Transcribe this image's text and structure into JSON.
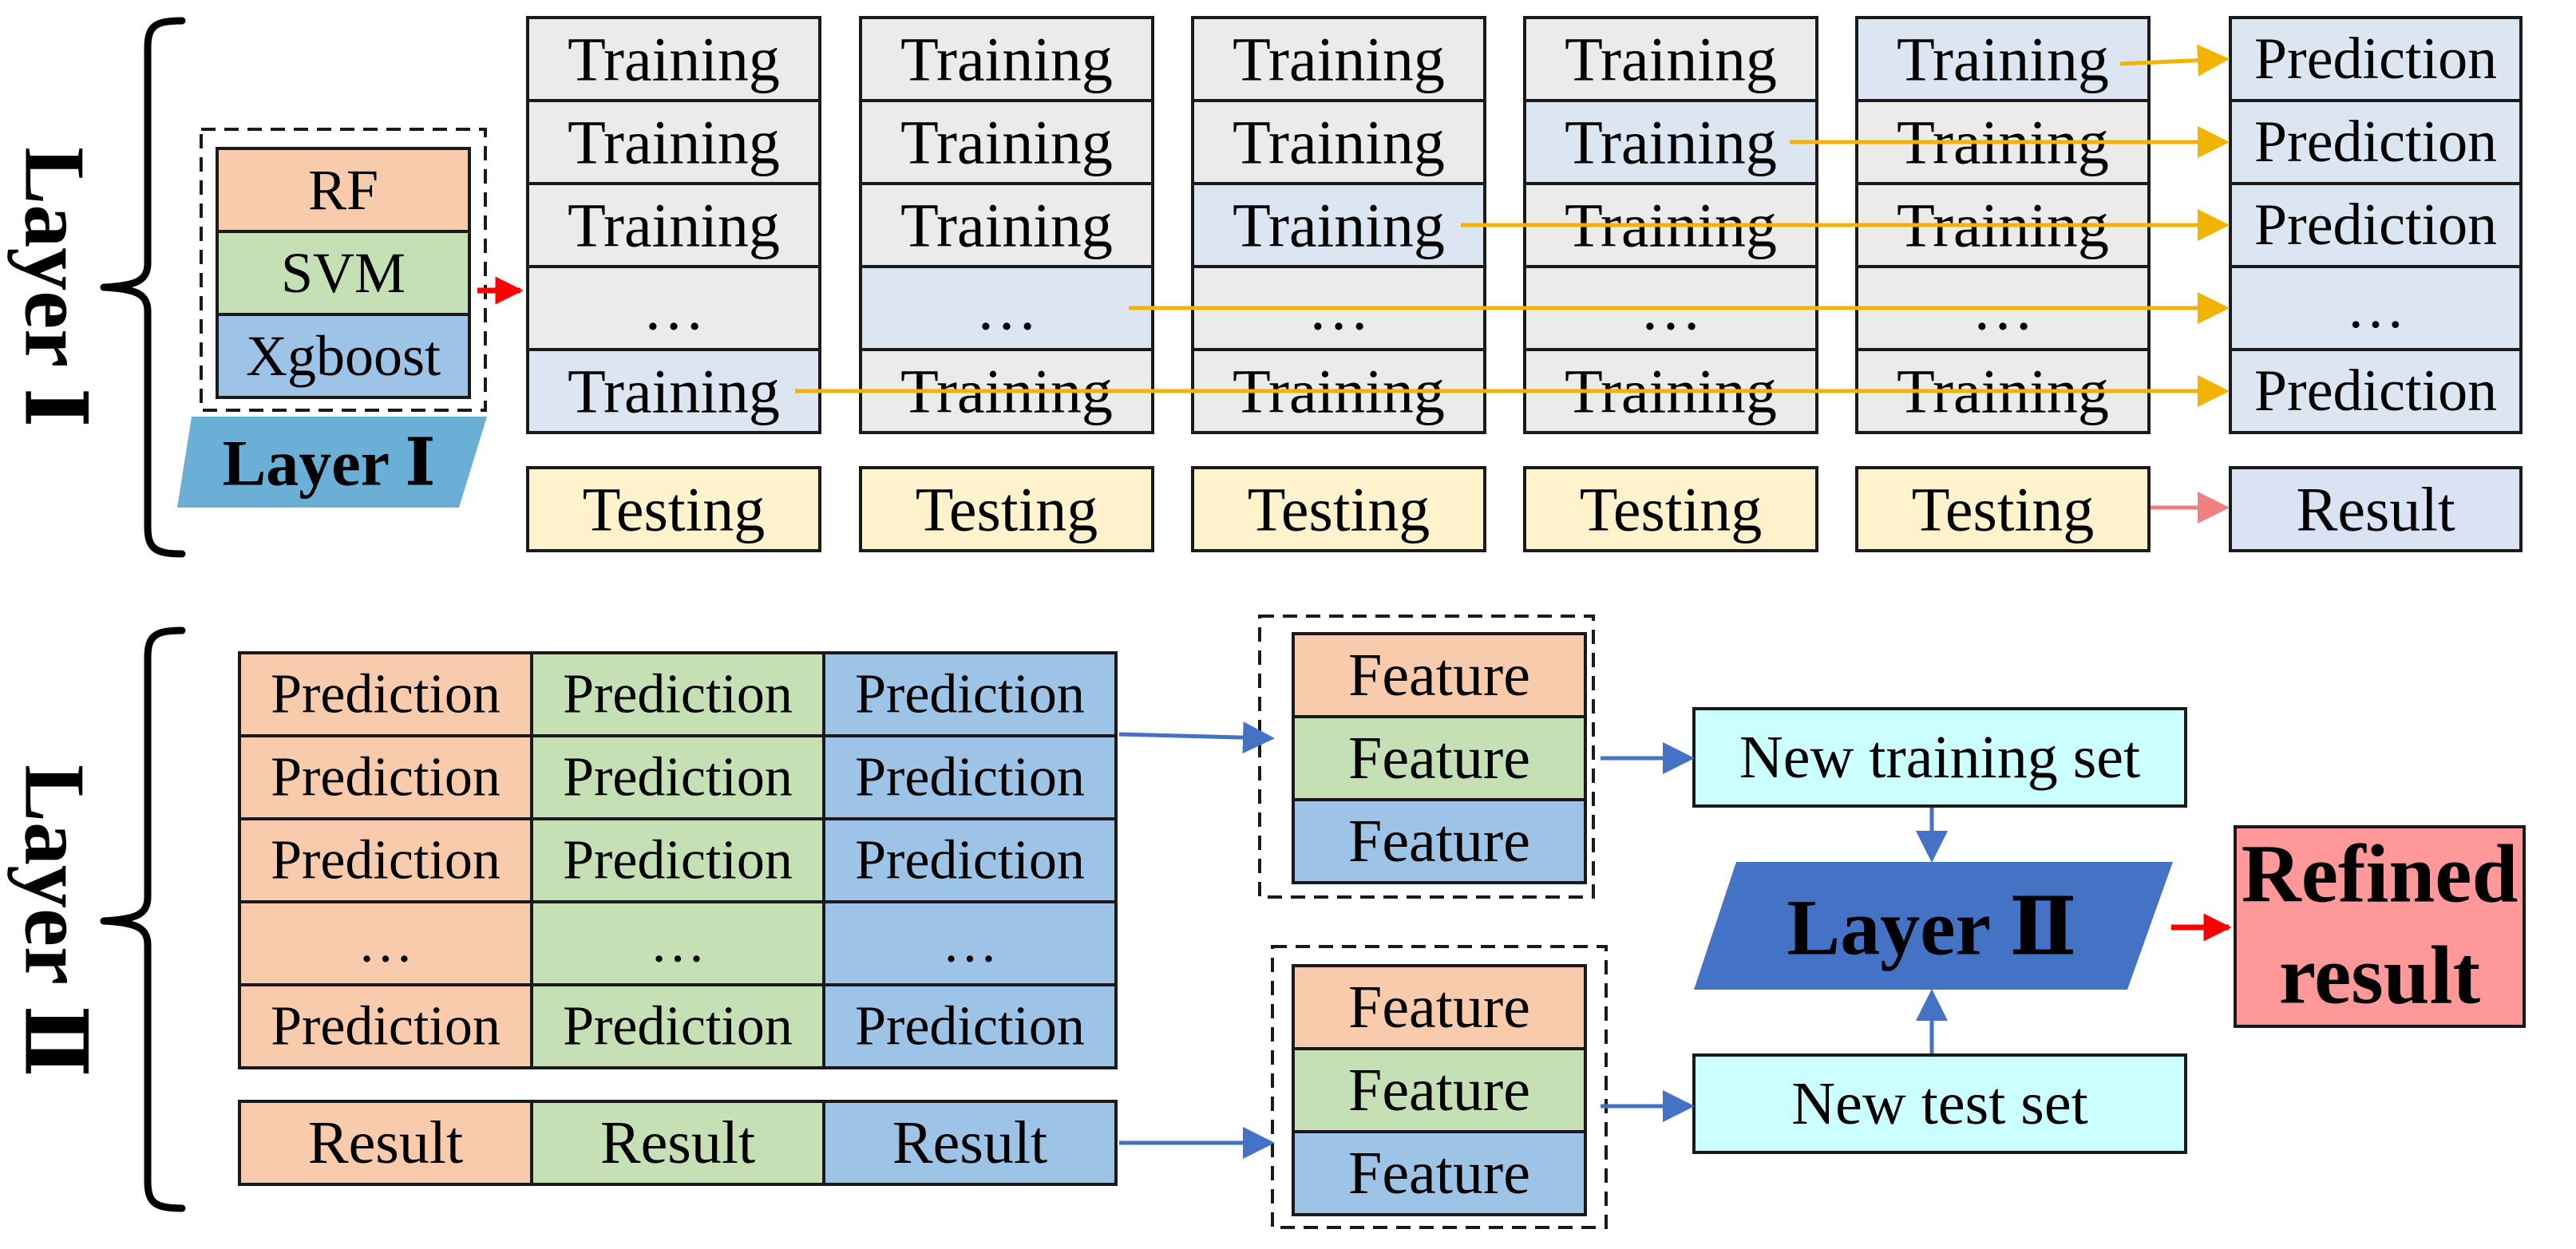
{
  "colors": {
    "gray": "#ebebeb",
    "blue_light": "#dce6f2",
    "yellow_light": "#fff2cc",
    "lavender": "#dae3f3",
    "orange": "#f8cbad",
    "green": "#c5e0b4",
    "blue": "#9dc3e6",
    "cyan": "#ccffff",
    "layer_blue": "#4472c4",
    "layer1_shape": "#6baed6",
    "refined": "#ff9999",
    "arrow_yellow": "#f2b400",
    "arrow_blue": "#4472c4",
    "arrow_red": "#ff0000",
    "arrow_pink": "#f08080"
  },
  "layer1": {
    "side_label": "Layer Ⅰ",
    "models": [
      "RF",
      "SVM",
      "Xgboost"
    ],
    "model_shape_label": "Layer Ⅰ",
    "folds": [
      {
        "rows": [
          "Training",
          "Training",
          "Training",
          "…",
          "Training"
        ],
        "highlight": 4,
        "testing": "Testing"
      },
      {
        "rows": [
          "Training",
          "Training",
          "Training",
          "…",
          "Training"
        ],
        "highlight": 3,
        "testing": "Testing"
      },
      {
        "rows": [
          "Training",
          "Training",
          "Training",
          "…",
          "Training"
        ],
        "highlight": 2,
        "testing": "Testing"
      },
      {
        "rows": [
          "Training",
          "Training",
          "Training",
          "…",
          "Training"
        ],
        "highlight": 1,
        "testing": "Testing"
      },
      {
        "rows": [
          "Training",
          "Training",
          "Training",
          "…",
          "Training"
        ],
        "highlight": 0,
        "testing": "Testing"
      }
    ],
    "predictions": [
      "Prediction",
      "Prediction",
      "Prediction",
      "…",
      "Prediction"
    ],
    "result": "Result"
  },
  "layer2": {
    "side_label": "Layer Ⅱ",
    "prediction_table": [
      [
        "Prediction",
        "Prediction",
        "Prediction"
      ],
      [
        "Prediction",
        "Prediction",
        "Prediction"
      ],
      [
        "Prediction",
        "Prediction",
        "Prediction"
      ],
      [
        "…",
        "…",
        "…"
      ],
      [
        "Prediction",
        "Prediction",
        "Prediction"
      ]
    ],
    "results": [
      "Result",
      "Result",
      "Result"
    ],
    "features_top": [
      "Feature",
      "Feature",
      "Feature"
    ],
    "features_bottom": [
      "Feature",
      "Feature",
      "Feature"
    ],
    "new_training_set": "New training set",
    "new_test_set": "New test set",
    "model_label": "Layer Ⅱ",
    "refined_line1": "Refined",
    "refined_line2": "result"
  }
}
